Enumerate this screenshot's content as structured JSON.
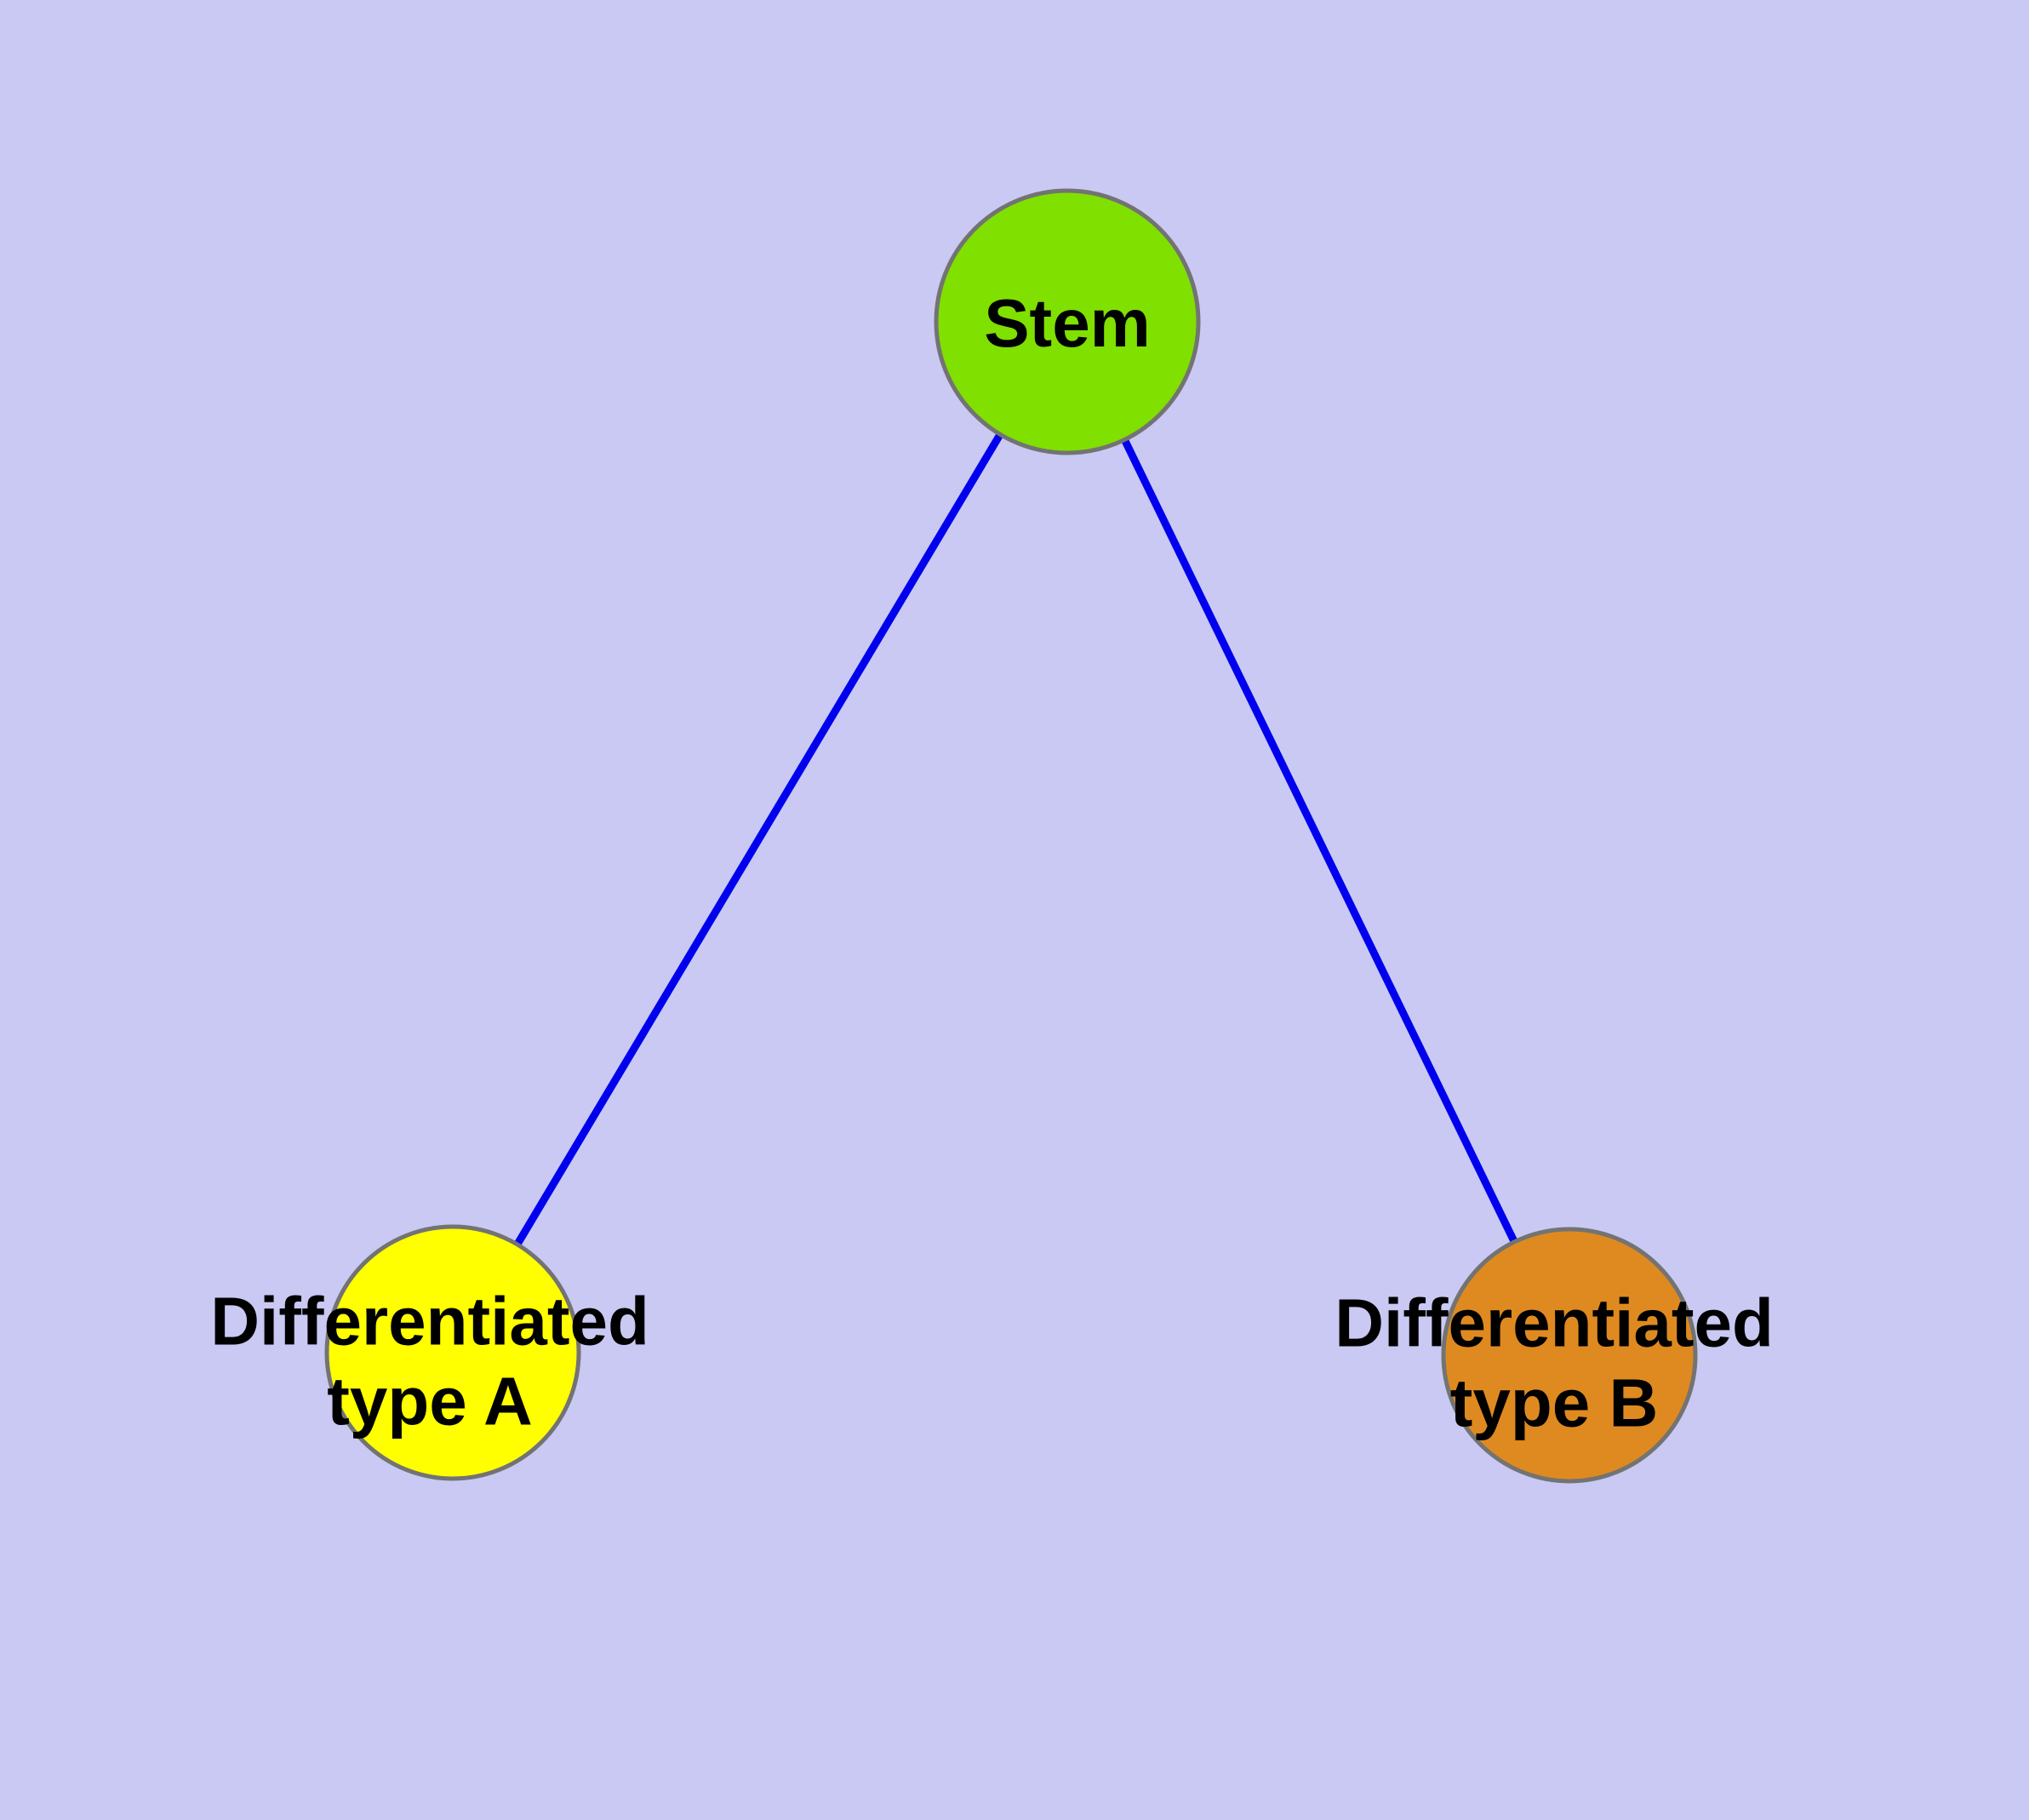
{
  "canvas": {
    "background": "#c9c9f3"
  },
  "nodes": {
    "stem": {
      "label": "Stem",
      "color": "#80e000",
      "stroke": "#737373"
    },
    "type_a": {
      "label": "Differentiated\ntype A",
      "color": "#ffff00",
      "stroke": "#737373"
    },
    "type_b": {
      "label": "Differentiated\ntype B",
      "color": "#df8a20",
      "stroke": "#737373"
    }
  },
  "edges": {
    "color": "#0000ee",
    "list": [
      {
        "from": "Stem",
        "to": "Differentiated type A"
      },
      {
        "from": "Stem",
        "to": "Differentiated type B"
      }
    ]
  }
}
